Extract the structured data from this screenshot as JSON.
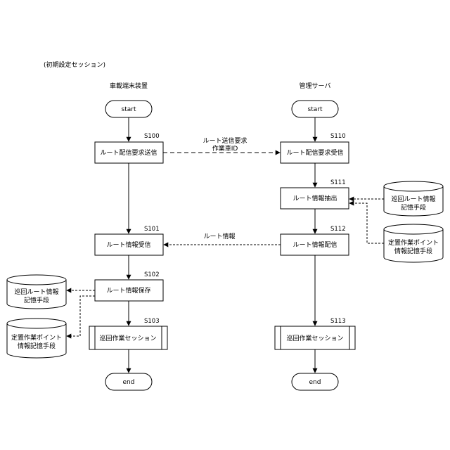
{
  "title": "(初期設定セッション)",
  "lanes": {
    "left": "車載端末装置",
    "right": "管理サーバ"
  },
  "terminals": {
    "start": "start",
    "end": "end"
  },
  "left_steps": {
    "s100": {
      "id": "S100",
      "label": "ルート配信要求送信"
    },
    "s101": {
      "id": "S101",
      "label": "ルート情報受信"
    },
    "s102": {
      "id": "S102",
      "label": "ルート情報保存"
    },
    "s103": {
      "id": "S103",
      "label": "巡回作業セッション"
    }
  },
  "right_steps": {
    "s110": {
      "id": "S110",
      "label": "ルート配信要求受信"
    },
    "s111": {
      "id": "S111",
      "label": "ルート情報抽出"
    },
    "s112": {
      "id": "S112",
      "label": "ルート情報配信"
    },
    "s113": {
      "id": "S113",
      "label": "巡回作業セッション"
    }
  },
  "messages": {
    "request_line1": "ルート送信要求",
    "request_line2": "作業車ID",
    "route_info": "ルート情報"
  },
  "storage": {
    "left_route": {
      "line1": "巡回ルート情報",
      "line2": "記憶手段"
    },
    "left_point": {
      "line1": "定置作業ポイント",
      "line2": "情報記憶手段"
    },
    "right_route": {
      "line1": "巡回ルート情報",
      "line2": "記憶手段"
    },
    "right_point": {
      "line1": "定置作業ポイント",
      "line2": "情報記憶手段"
    }
  }
}
